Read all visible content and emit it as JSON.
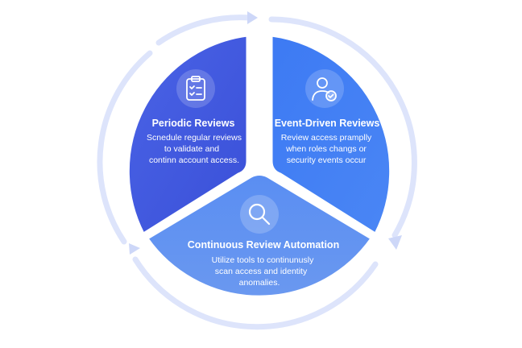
{
  "colors": {
    "ring": "#dde4fb",
    "segment_periodic": "#3b5bdb",
    "segment_event": "#3f7ef4",
    "segment_continuous": "#5b8ff0",
    "text": "#ffffff"
  },
  "segments": [
    {
      "icon": "clipboard-checklist-icon",
      "title": "Periodic Reviews",
      "lines": [
        "Scnedule regular reviews",
        "to validate and",
        "continn account access."
      ]
    },
    {
      "icon": "user-check-icon",
      "title": "Event-Driven Reviews",
      "lines": [
        "Review access pramplly",
        "when roles changs or",
        "security events occur"
      ]
    },
    {
      "icon": "magnifier-icon",
      "title": "Continuous Review Automation",
      "lines": [
        "Utilize tools to continunusly",
        "scan access and identity",
        "anomalies."
      ]
    }
  ]
}
